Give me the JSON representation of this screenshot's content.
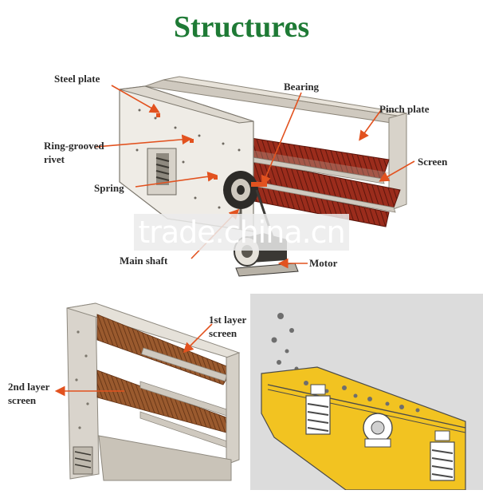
{
  "title": "Structures",
  "labels": {
    "steel_plate": "Steel plate",
    "bearing": "Bearing",
    "pinch_plate": "Pinch plate",
    "ring_grooved_1": "Ring-grooved",
    "ring_grooved_2": "rivet",
    "screen": "Screen",
    "spring": "Spring",
    "main_shaft": "Main shaft",
    "motor": "Motor",
    "first_layer_1": "1st layer",
    "first_layer_2": "screen",
    "second_layer_1": "2nd layer",
    "second_layer_2": "screen"
  },
  "watermark": "trade.china.cn",
  "colors": {
    "title": "#1e7a35",
    "arrow": "#e2521f",
    "mesh": "#8f2a1a",
    "frame": "#d9d4cc",
    "yellow": "#f2c321"
  }
}
